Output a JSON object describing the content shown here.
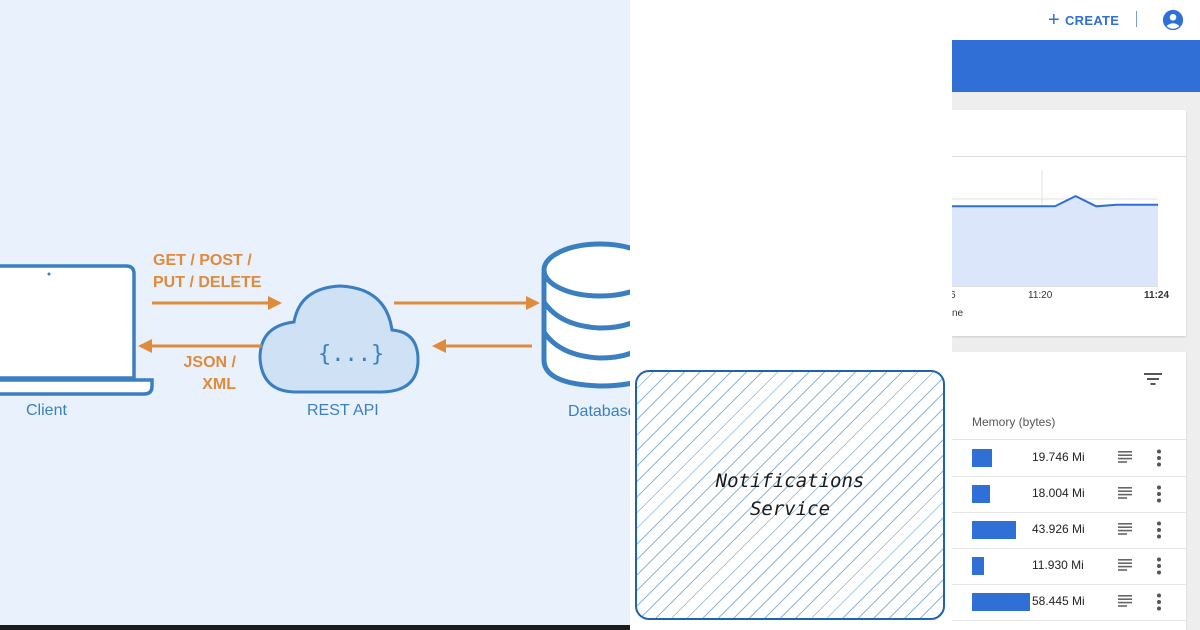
{
  "rest_diagram": {
    "client_label": "Client",
    "api_label": "REST API",
    "api_glyph": "{...}",
    "database_label": "Database",
    "request_label_line1": "GET / POST /",
    "request_label_line2": "PUT / DELETE",
    "response_label_line1": "JSON /",
    "response_label_line2": "XML",
    "diagram_blue": "#3b7fc0",
    "arrow_orange": "#e08a3c"
  },
  "notifications": {
    "line1": "Notifications",
    "line2": "Service"
  },
  "dashboard": {
    "create_label": "CREATE",
    "icons": {
      "create": "plus-icon",
      "account": "account-circle-icon",
      "filter": "filter-list-icon",
      "logs": "logs-icon",
      "more": "more-vert-icon"
    },
    "accent_color": "#2f6fd6",
    "chart_data": {
      "type": "area",
      "x_ticks": [
        "11:20",
        "11:24"
      ],
      "x_ticks_partial": [
        "6"
      ],
      "axis_label_fragment": "ne",
      "series": [
        {
          "values": [
            0.55,
            0.55,
            0.55,
            0.55,
            0.55,
            0.55,
            0.62,
            0.55,
            0.56,
            0.56,
            0.56
          ]
        }
      ],
      "grid": true
    },
    "memory_header": "Memory (bytes)",
    "rows": [
      {
        "value": "19.746 Mi",
        "bar": 0.34
      },
      {
        "value": "18.004 Mi",
        "bar": 0.31
      },
      {
        "value": "43.926 Mi",
        "bar": 0.75
      },
      {
        "value": "11.930 Mi",
        "bar": 0.2
      },
      {
        "value": "58.445 Mi",
        "bar": 1.0
      }
    ]
  }
}
